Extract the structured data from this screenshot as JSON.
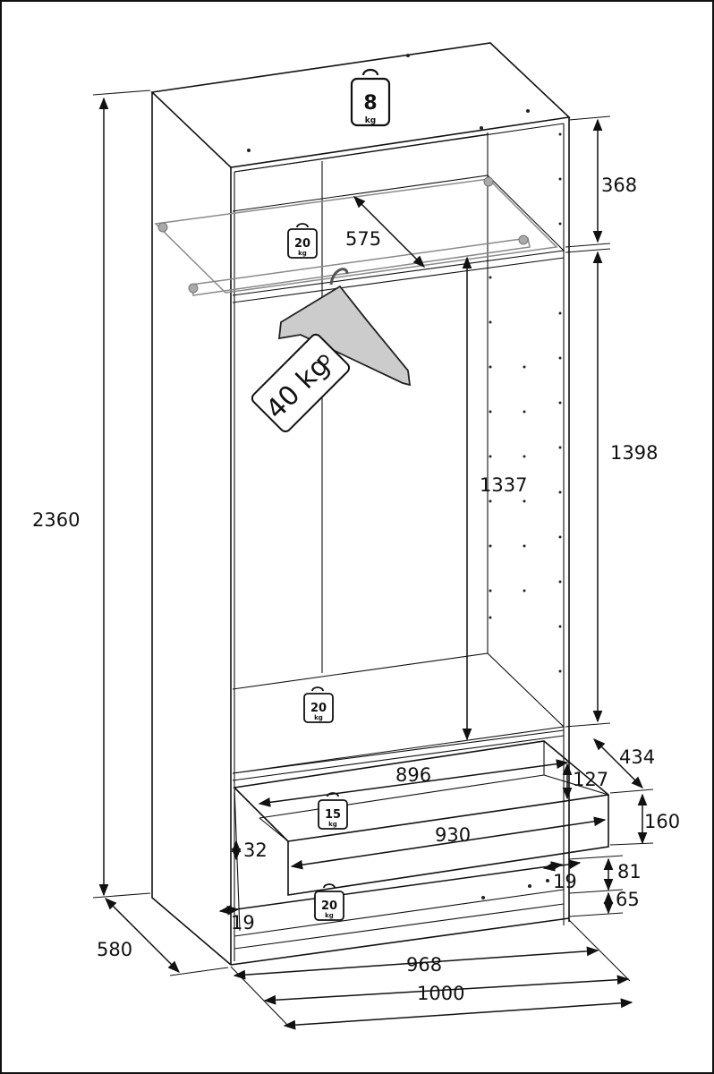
{
  "dimensions": {
    "height_total": "2360",
    "depth": "580",
    "width_outer": "1000",
    "width_inner": "968",
    "top_compartment": "368",
    "hanging_height": "1398",
    "rail_to_floor": "1337",
    "shelf_depth": "575",
    "drawer_inner_width": "896",
    "drawer_front_width": "930",
    "drawer_depth": "434",
    "drawer_inner_height": "127",
    "drawer_front_height": "160",
    "drawer_gap": "32",
    "panel_thickness": "19",
    "panel_thickness_right": "19",
    "plinth_gap": "81",
    "plinth_height": "65"
  },
  "weights": {
    "top": {
      "value": "8",
      "unit": "kg"
    },
    "shelf": {
      "value": "20",
      "unit": "kg"
    },
    "rail": {
      "value": "40 kg"
    },
    "bottom_shelf": {
      "value": "20",
      "unit": "kg"
    },
    "drawer": {
      "value": "15",
      "unit": "kg"
    },
    "base": {
      "value": "20",
      "unit": "kg"
    }
  }
}
